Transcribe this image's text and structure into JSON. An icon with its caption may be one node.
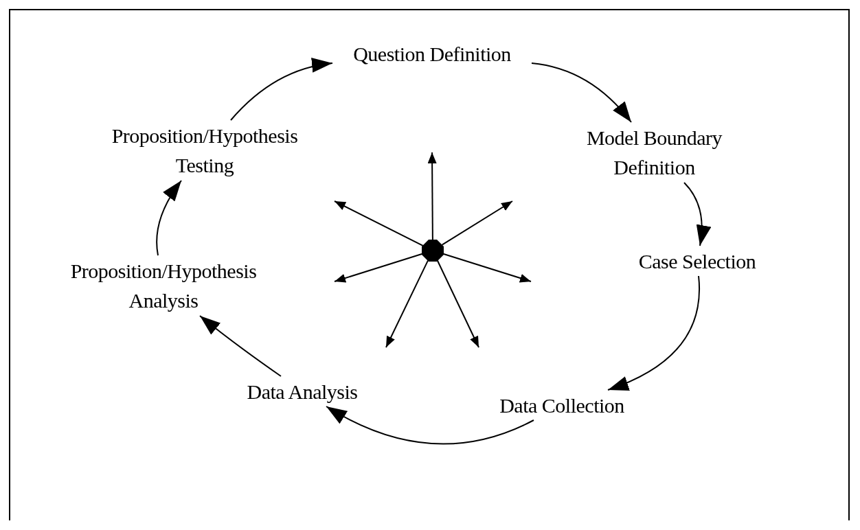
{
  "diagram": {
    "nodes": [
      {
        "text": [
          "Question Definition"
        ]
      },
      {
        "text": [
          "Model Boundary Definition"
        ]
      },
      {
        "text": [
          "Case Selection"
        ]
      },
      {
        "text": [
          "Data Collection"
        ]
      },
      {
        "text": [
          "Data Analysis"
        ]
      },
      {
        "text": [
          "Proposition/Hypothesis Analysis"
        ]
      },
      {
        "text": [
          "Proposition/Hypothesis Testing"
        ]
      },
      {
        "text": [],
        "shape": "circle"
      }
    ],
    "edges": [
      {
        "from": 6,
        "to": 0,
        "arrow": "to"
      },
      {
        "from": 0,
        "to": 1,
        "arrow": "to"
      },
      {
        "from": 1,
        "to": 2,
        "arrow": "to"
      },
      {
        "from": 2,
        "to": 3,
        "arrow": "to"
      },
      {
        "from": 3,
        "to": 4,
        "arrow": "to"
      },
      {
        "from": 4,
        "to": 5,
        "arrow": "to"
      },
      {
        "from": 5,
        "to": 6,
        "arrow": "to"
      },
      {
        "from": 7,
        "to": null,
        "arrow": "to"
      },
      {
        "from": 7,
        "to": null,
        "arrow": "to"
      },
      {
        "from": 7,
        "to": null,
        "arrow": "to"
      },
      {
        "from": 7,
        "to": null,
        "arrow": "to"
      },
      {
        "from": 7,
        "to": null,
        "arrow": "to"
      },
      {
        "from": 7,
        "to": null,
        "arrow": "to"
      },
      {
        "from": 7,
        "to": null,
        "arrow": "to"
      }
    ]
  }
}
